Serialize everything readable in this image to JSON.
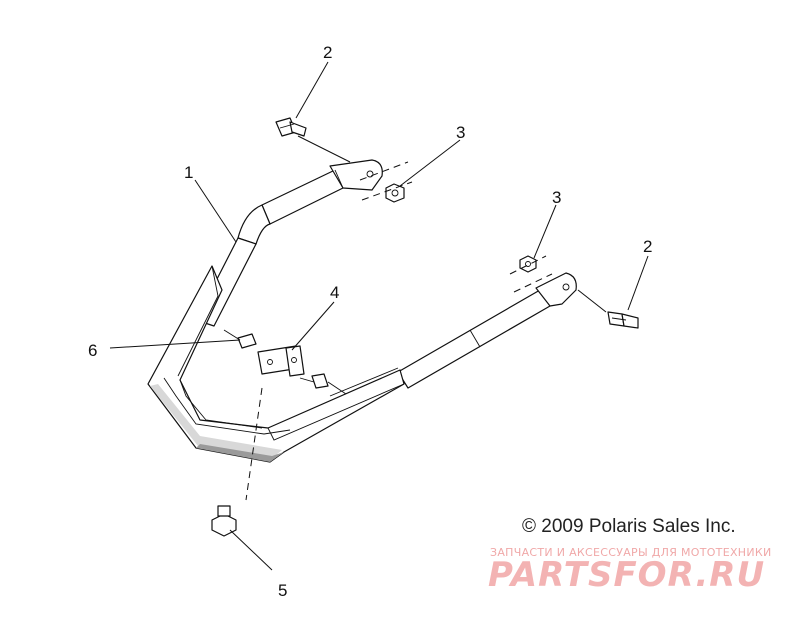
{
  "callouts": [
    {
      "id": "c1",
      "label": "1"
    },
    {
      "id": "c2a",
      "label": "2"
    },
    {
      "id": "c2b",
      "label": "2"
    },
    {
      "id": "c3a",
      "label": "3"
    },
    {
      "id": "c3b",
      "label": "3"
    },
    {
      "id": "c4",
      "label": "4"
    },
    {
      "id": "c5",
      "label": "5"
    },
    {
      "id": "c6",
      "label": "6"
    }
  ],
  "copyright": "© 2009 Polaris Sales Inc.",
  "watermark": {
    "tagline": "ЗАПЧАСТИ И АКСЕССУАРЫ ДЛЯ МОТОТЕХНИКИ",
    "logo": "PARTSFOR.RU"
  },
  "colors": {
    "line": "#111111",
    "watermark": "#f3b3b3"
  }
}
